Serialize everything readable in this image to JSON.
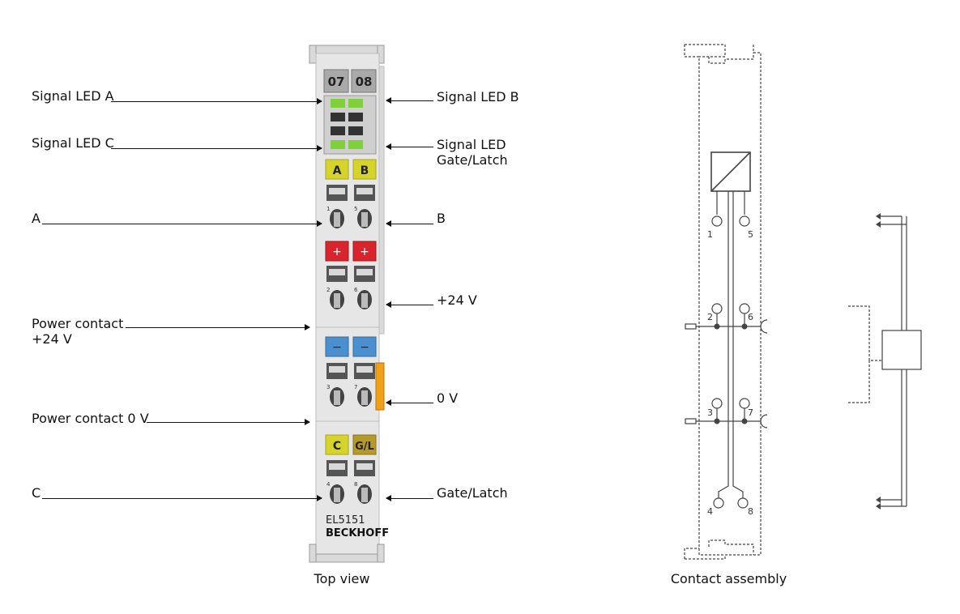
{
  "terminal": {
    "channel_numbers": [
      "07",
      "08"
    ],
    "top_row_labels": [
      "A",
      "B"
    ],
    "plus_labels": [
      "+",
      "+"
    ],
    "minus_labels": [
      "−",
      "−"
    ],
    "bottom_row_labels": [
      "C",
      "G/L"
    ],
    "terminal_points": [
      "1",
      "5",
      "2",
      "6",
      "3",
      "7",
      "4",
      "8"
    ],
    "model": "EL5151",
    "brand": "BECKHOFF",
    "colors": {
      "yellow": "#d6d42a",
      "red": "#d9232d",
      "blue": "#4a8fd0",
      "led_green": "#7ed13b",
      "orange": "#f0a018"
    }
  },
  "left_labels": {
    "signal_led_a": "Signal LED A",
    "signal_led_c": "Signal LED C",
    "a": "A",
    "power_contact_24v": "Power contact\n+24 V",
    "power_contact_0v": "Power contact 0 V",
    "c": "C"
  },
  "right_labels": {
    "signal_led_b": "Signal LED B",
    "signal_led_gate_latch": "Signal LED\nGate/Latch",
    "b": "B",
    "plus_24v": "+24 V",
    "zero_v": "0 V",
    "gate_latch": "Gate/Latch"
  },
  "captions": {
    "top_view": "Top view",
    "contact_assembly": "Contact assembly"
  },
  "assembly": {
    "contact_numbers": [
      "1",
      "5",
      "2",
      "6",
      "3",
      "7",
      "4",
      "8"
    ]
  }
}
